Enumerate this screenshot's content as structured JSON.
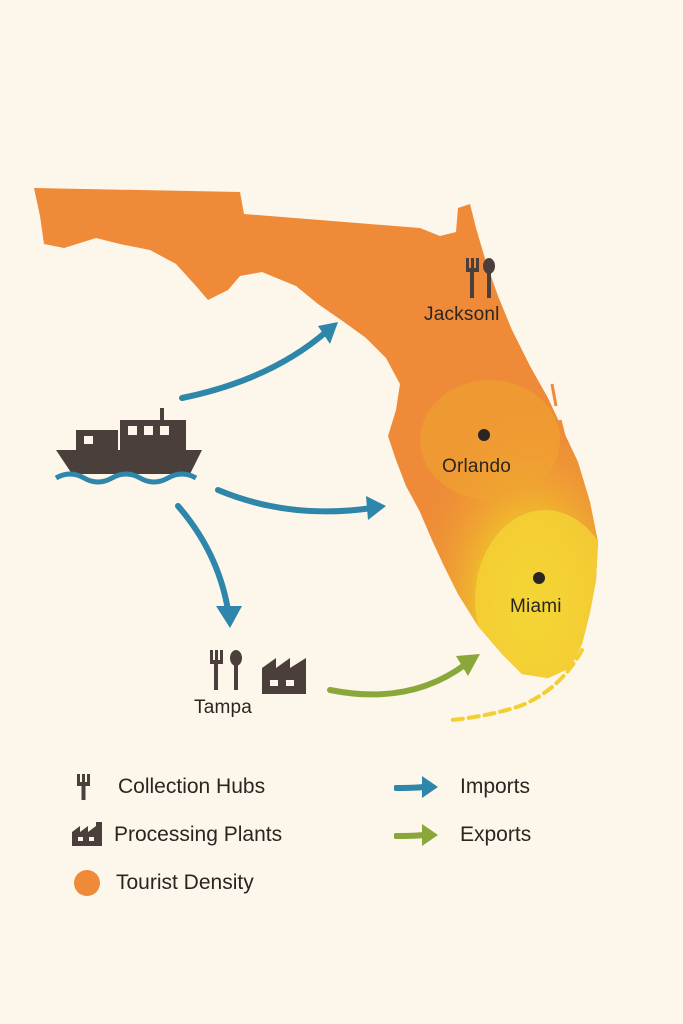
{
  "map": {
    "cities": [
      {
        "name": "Jacksonl"
      },
      {
        "name": "Orlando"
      },
      {
        "name": "Miami"
      },
      {
        "name": "Tampa"
      }
    ]
  },
  "legend": {
    "items": [
      {
        "label": "Collection Hubs",
        "icon": "fork-icon"
      },
      {
        "label": "Processing Plants",
        "icon": "factory-icon"
      },
      {
        "label": "Tourist Density",
        "icon": "orange-dot-icon"
      },
      {
        "label": "Imports",
        "icon": "blue-arrow-icon"
      },
      {
        "label": "Exports",
        "icon": "green-arrow-icon"
      }
    ]
  },
  "colors": {
    "state_fill": "#ee8a38",
    "density_high": "#f2cf32",
    "import_arrow": "#2e86ab",
    "export_arrow": "#8aa83a",
    "icon_dark": "#4a3f3a",
    "background": "#fdf6ea"
  }
}
